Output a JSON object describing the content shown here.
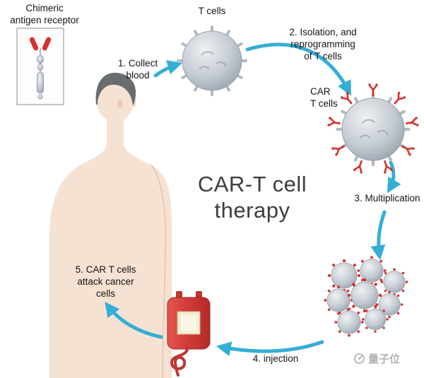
{
  "diagram": {
    "title": "CAR-T cell\ntherapy",
    "receptor_label": "Chimeric\nantigen receptor",
    "t_cells_label": "T cells",
    "car_t_cells_label": "CAR\nT cells",
    "steps": [
      {
        "id": 1,
        "label": "1. Collect\nblood"
      },
      {
        "id": 2,
        "label": "2. Isolation, and\nreprogramming\nof T cells"
      },
      {
        "id": 3,
        "label": "3. Multiplication"
      },
      {
        "id": 4,
        "label": "4. injection"
      },
      {
        "id": 5,
        "label": "5. CAR T cells\nattack cancer\ncells"
      }
    ],
    "watermark": "量子位"
  },
  "colors": {
    "arrow": "#35aed6",
    "receptor_red": "#d6302f",
    "cell_gray": "#c6ccd4",
    "skin": "#f6e2d3",
    "hair": "#686d70",
    "blood_bag_red": "#d03a38",
    "title_text": "#3d3d3d",
    "watermark_gray": "#b3b3b3"
  }
}
